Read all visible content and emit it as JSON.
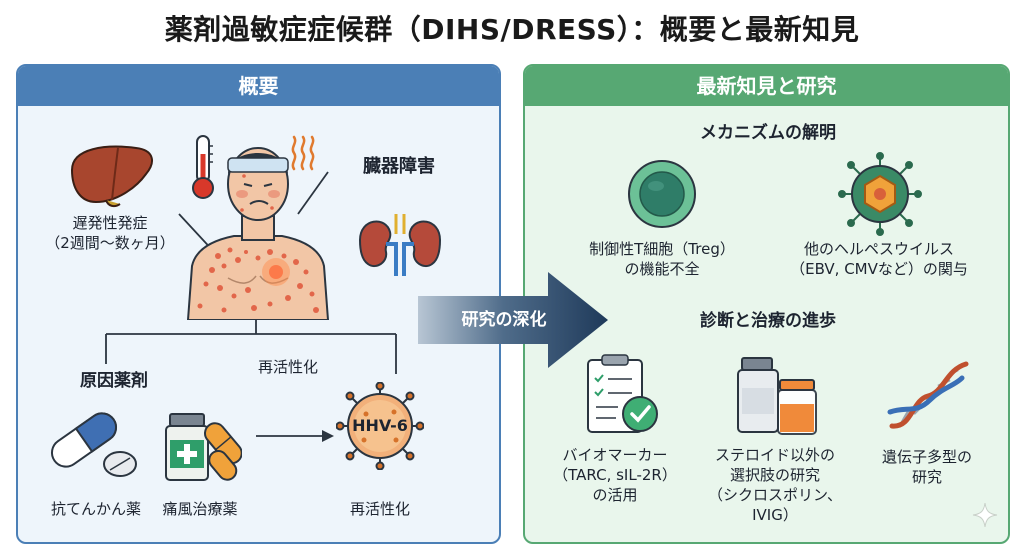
{
  "title": "薬剤過敏症症候群（DIHS/DRESS）：概要と最新知見",
  "left": {
    "header": "概要",
    "onset_line1": "遅発性発症",
    "onset_line2": "（2週間〜数ヶ月）",
    "organ_damage": "臓器障害",
    "causative_drugs": "原因薬剤",
    "drug1": "抗てんかん薬",
    "drug2": "痛風治療薬",
    "reactivation_arrow": "再活性化",
    "hhv6_label": "HHV-6",
    "reactivation": "再活性化"
  },
  "arrow_label": "研究の深化",
  "right": {
    "header": "最新知見と研究",
    "mechanism_title": "メカニズムの解明",
    "treg_line1": "制御性T細胞（Treg）",
    "treg_line2": "の機能不全",
    "herpes_line1": "他のヘルペスウイルス",
    "herpes_line2": "（EBV, CMVなど）の関与",
    "diagnosis_title": "診断と治療の進歩",
    "biomarker_line1": "バイオマーカー",
    "biomarker_line2": "（TARC, sIL-2R）",
    "biomarker_line3": "の活用",
    "steroid_line1": "ステロイド以外の",
    "steroid_line2": "選択肢の研究",
    "steroid_line3": "（シクロスポリン、",
    "steroid_line4": "IVIG）",
    "genetic_line1": "遺伝子多型の",
    "genetic_line2": "研究"
  }
}
